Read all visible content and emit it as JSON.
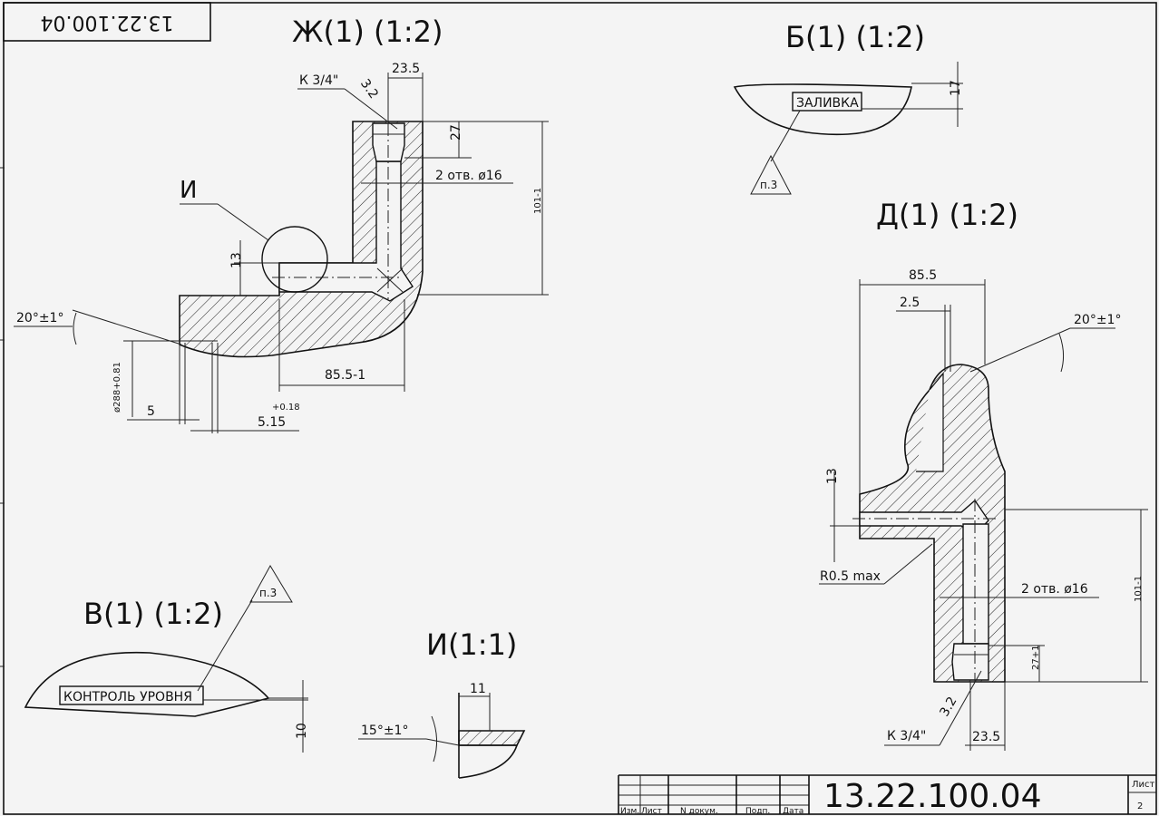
{
  "doc_number": "13.22.100.04",
  "views": {
    "zh": {
      "title": "Ж(1) (1:2)",
      "thread": "К 3/4\"",
      "roughness": "3.2",
      "dim_23_5": "23.5",
      "dim_27": "27",
      "holes": "2 отв. ø16",
      "dim_101": "101-1",
      "detail_ref": "И",
      "dim_13": "13",
      "angle": "20°±1°",
      "diameter": "ø288+0.81",
      "dim_85_5": "85.5-1",
      "dim_5": "5",
      "tol_018": "+0.18",
      "dim_5_15": "5.15"
    },
    "b": {
      "title": "Б(1) (1:2)",
      "label": "ЗАЛИВКА",
      "dim_17": "17",
      "note": "п.3"
    },
    "d": {
      "title": "Д(1) (1:2)",
      "dim_85_5": "85.5",
      "dim_2_5": "2.5",
      "angle": "20°±1°",
      "dim_13": "13",
      "radius": "R0.5 max",
      "holes": "2 отв. ø16",
      "dim_101": "101-1",
      "dim_27": "27+1",
      "roughness": "3.2",
      "thread": "К 3/4\"",
      "dim_23_5": "23.5"
    },
    "v": {
      "title": "В(1) (1:2)",
      "label": "КОНТРОЛЬ УРОВНЯ",
      "dim_10": "10",
      "note": "п.3"
    },
    "i": {
      "title": "И(1:1)",
      "dim_11": "11",
      "angle": "15°±1°"
    }
  },
  "title_block": {
    "number": "13.22.100.04",
    "col_izm": "Изм.",
    "col_list": "Лист",
    "col_doc": "N докум.",
    "col_sign": "Подп.",
    "col_date": "Дата",
    "sheet_label": "Лист",
    "sheet_number": "2"
  }
}
